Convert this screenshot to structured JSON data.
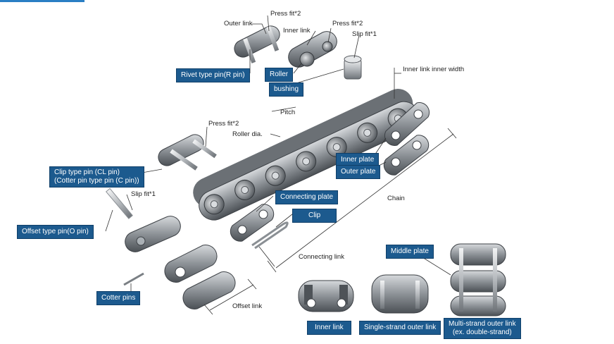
{
  "colors": {
    "label_bg": "#1c5a8e",
    "steel_dark": "#5b6065",
    "steel_light": "#c9ccd0",
    "leader": "#333333"
  },
  "labels": {
    "outer_link": "Outer link",
    "press_fit_1": "Press fit*2",
    "inner_link_top": "Inner link",
    "press_fit_2": "Press fit*2",
    "slip_fit_1": "Slip fit*1",
    "rivet_pin": "Rivet type pin(R pin)",
    "roller": "Roller",
    "bushing": "bushing",
    "inner_link_inner_width": "Inner link inner width",
    "pitch": "Pitch",
    "roller_dia": "Roller dia.",
    "press_fit_3": "Press fit*2",
    "clip_pin_line1": "Clip type pin (CL pin)",
    "clip_pin_line2": "(Cotter pin type pin (C pin))",
    "inner_plate": "Inner plate",
    "outer_plate": "Outer plate",
    "chain": "Chain",
    "slip_fit_2": "Slip fit*1",
    "connecting_plate": "Connecting plate",
    "clip": "Clip",
    "offset_pin": "Offset type pin(O pin)",
    "connecting_link": "Connecting link",
    "middle_plate": "Middle plate",
    "cotter_pins": "Cotter pins",
    "offset_link": "Offset link",
    "inner_link_bottom": "Inner link",
    "single_strand": "Single-strand outer link",
    "multi_strand_line1": "Multi-strand outer link",
    "multi_strand_line2": "(ex. double-strand)"
  }
}
